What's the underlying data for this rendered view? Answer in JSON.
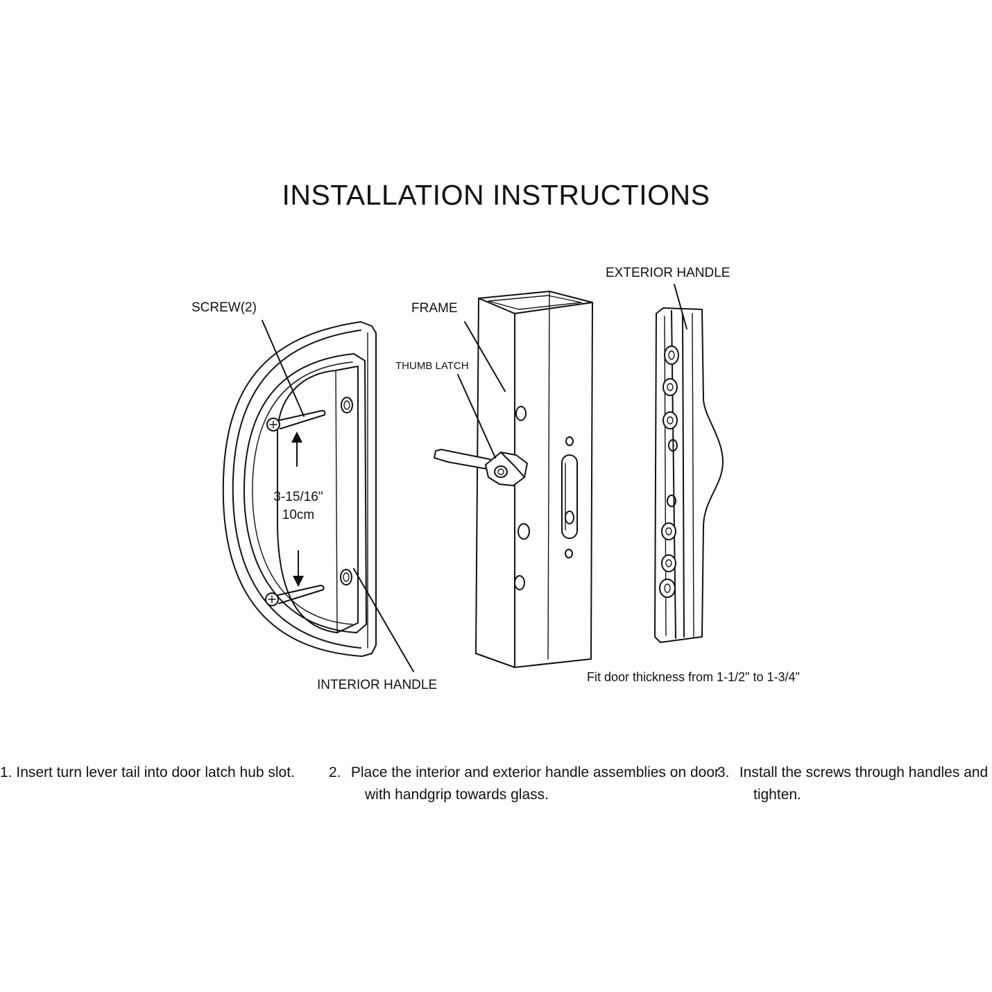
{
  "title": "INSTALLATION INSTRUCTIONS",
  "labels": {
    "screw": "SCREW(2)",
    "frame": "FRAME",
    "thumb_latch": "THUMB LATCH",
    "exterior_handle": "EXTERIOR HANDLE",
    "interior_handle": "INTERIOR HANDLE",
    "dimension_in": "3-15/16\"",
    "dimension_cm": "10cm",
    "fit_note": "Fit door thickness from 1-1/2\" to 1-3/4\""
  },
  "steps": [
    {
      "number": "1.",
      "text": "Insert turn lever tail into door latch hub slot."
    },
    {
      "number": "2.",
      "text": "Place the interior and exterior handle assemblies on door with handgrip towards glass."
    },
    {
      "number": "3.",
      "text": "Install the screws through handles and tighten."
    }
  ]
}
